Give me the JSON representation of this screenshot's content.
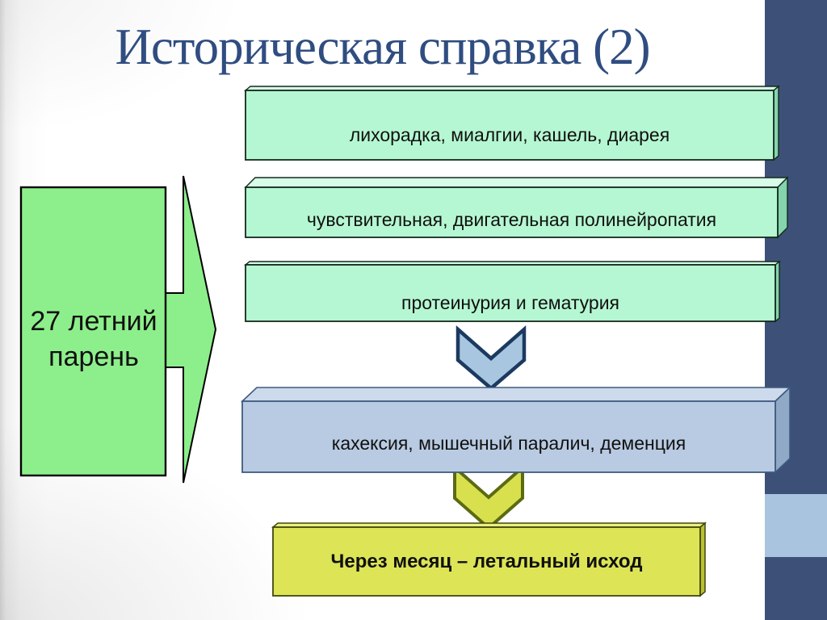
{
  "slide": {
    "title": "Историческая справка (2)",
    "title_color": "#2f4d80",
    "background_color": "#ffffff"
  },
  "accent_bar": {
    "color": "#3d5178",
    "block_color": "#a9c4de"
  },
  "diagram": {
    "source": {
      "label_line1": "27 летний",
      "label_line2": "парень",
      "fill": "#8def8b",
      "border": "#000000"
    },
    "arrow": {
      "direction": "right",
      "fill": "#8def8b"
    },
    "steps": [
      {
        "label": "лихорадка, миалгии, кашель, диарея",
        "fill": "#b5f7d2"
      },
      {
        "label": "чувствительная, двигательная полинейропатия",
        "fill": "#b5f7d2"
      },
      {
        "label": "протеинурия и гематурия",
        "fill": "#b5f7d2"
      },
      {
        "label": "кахексия, мышечный паралич, деменция",
        "fill": "#b8cbe2"
      },
      {
        "label": "Через месяц – летальный исход",
        "fill": "#dde456"
      }
    ],
    "connectors": [
      {
        "type": "chevron-down",
        "fill": "#a9c6e0",
        "border": "#1c3a60"
      },
      {
        "type": "chevron-down",
        "fill": "#d9e04e",
        "border": "#5c6a12"
      }
    ]
  }
}
